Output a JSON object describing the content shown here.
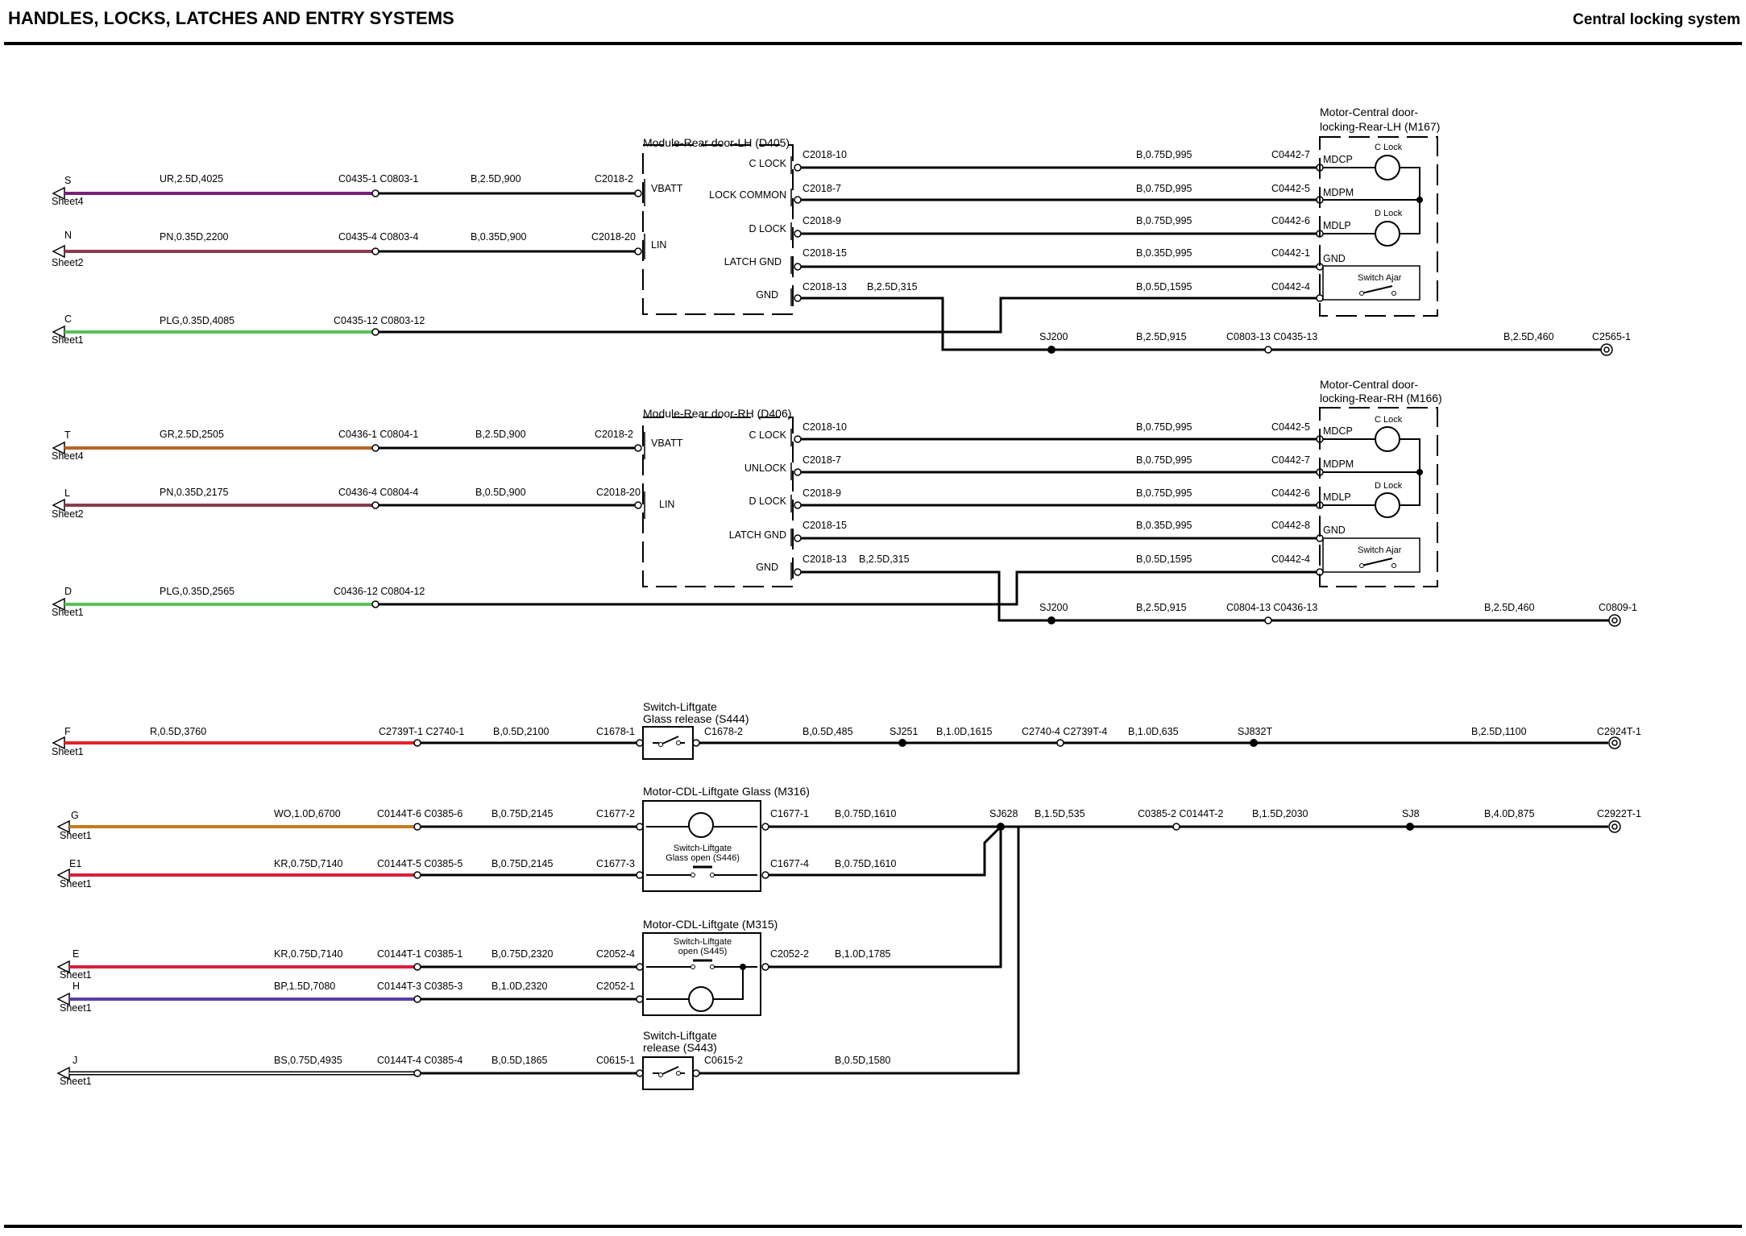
{
  "header": {
    "title": "HANDLES, LOCKS, LATCHES AND ENTRY SYSTEMS",
    "subtitle": "Central locking system"
  },
  "colors": {
    "UR": "#7b1f7b",
    "PN": "#8a3b4a",
    "PLG": "#5bbf5b",
    "GR": "#b5652a",
    "R": "#e0232a",
    "WO": "#c47a1f",
    "KR": "#d81e3c",
    "BP": "#5a3ea8",
    "BS": "#ffffff",
    "B": "#000000"
  },
  "modules": {
    "d405": "Module-Rear door-LH (D405)",
    "d406": "Module-Rear door-RH (D406)",
    "m167": [
      "Motor-Central door-",
      "locking-Rear-LH (M167)"
    ],
    "m166": [
      "Motor-Central door-",
      "locking-Rear-RH (M166)"
    ],
    "s444": [
      "Switch-Liftgate",
      "Glass release (S444)"
    ],
    "m316": "Motor-CDL-Liftgate Glass (M316)",
    "m315": "Motor-CDL-Liftgate (M315)",
    "s443": [
      "Switch-Liftgate",
      "release (S443)"
    ],
    "s446": [
      "Switch-Liftgate",
      "Glass open (S446)"
    ],
    "s445": [
      "Switch-Liftgate",
      "open (S445)"
    ],
    "c_lock": "C Lock",
    "d_lock": "D Lock",
    "switch_ajar": "Switch Ajar"
  },
  "pins": {
    "lh_left": [
      "VBATT",
      "LIN"
    ],
    "lh_right": [
      "C LOCK",
      "LOCK COMMON",
      "D LOCK",
      "LATCH GND",
      "GND"
    ],
    "rh_right": [
      "C LOCK",
      "UNLOCK",
      "D LOCK",
      "LATCH GND",
      "GND"
    ],
    "motor": [
      "MDCP",
      "MDPM",
      "MDLP",
      "GND"
    ]
  },
  "refs": [
    {
      "letter": "S",
      "sheet": "Sheet4"
    },
    {
      "letter": "N",
      "sheet": "Sheet2"
    },
    {
      "letter": "C",
      "sheet": "Sheet1"
    },
    {
      "letter": "T",
      "sheet": "Sheet4"
    },
    {
      "letter": "L",
      "sheet": "Sheet2"
    },
    {
      "letter": "D",
      "sheet": "Sheet1"
    },
    {
      "letter": "F",
      "sheet": "Sheet1"
    },
    {
      "letter": "G",
      "sheet": "Sheet1"
    },
    {
      "letter": "E1",
      "sheet": "Sheet1"
    },
    {
      "letter": "E",
      "sheet": "Sheet1"
    },
    {
      "letter": "H",
      "sheet": "Sheet1"
    },
    {
      "letter": "J",
      "sheet": "Sheet1"
    }
  ],
  "wires": {
    "s_wire": "UR,2.5D,4025",
    "s_c1": "C0435-1 C0803-1",
    "s_w2": "B,2.5D,900",
    "s_c2": "C2018-2",
    "n_wire": "PN,0.35D,2200",
    "n_c1": "C0435-4 C0803-4",
    "n_w2": "B,0.35D,900",
    "n_c2": "C2018-20",
    "c_wire": "PLG,0.35D,4085",
    "c_c1": "C0435-12 C0803-12",
    "lh_r1a": "C2018-10",
    "lh_r1w": "B,0.75D,995",
    "lh_r1b": "C0442-7",
    "lh_r2a": "C2018-7",
    "lh_r2w": "B,0.75D,995",
    "lh_r2b": "C0442-5",
    "lh_r3a": "C2018-9",
    "lh_r3w": "B,0.75D,995",
    "lh_r3b": "C0442-6",
    "lh_r4a": "C2018-15",
    "lh_r4w": "B,0.35D,995",
    "lh_r4b": "C0442-1",
    "lh_r5a": "C2018-13",
    "lh_r5m": "B,2.5D,315",
    "lh_r5w": "B,0.5D,1595",
    "lh_r5b": "C0442-4",
    "lh_sj": "SJ200",
    "lh_sjw": "B,2.5D,915",
    "lh_sjc": "C0803-13 C0435-13",
    "lh_gw": "B,2.5D,460",
    "lh_gnd": "C2565-1",
    "t_wire": "GR,2.5D,2505",
    "t_c1": "C0436-1 C0804-1",
    "t_w2": "B,2.5D,900",
    "t_c2": "C2018-2",
    "l_wire": "PN,0.35D,2175",
    "l_c1": "C0436-4 C0804-4",
    "l_w2": "B,0.5D,900",
    "l_c2": "C2018-20",
    "d_wire": "PLG,0.35D,2565",
    "d_c1": "C0436-12 C0804-12",
    "rh_r1a": "C2018-10",
    "rh_r1w": "B,0.75D,995",
    "rh_r1b": "C0442-5",
    "rh_r2a": "C2018-7",
    "rh_r2w": "B,0.75D,995",
    "rh_r2b": "C0442-7",
    "rh_r3a": "C2018-9",
    "rh_r3w": "B,0.75D,995",
    "rh_r3b": "C0442-6",
    "rh_r4a": "C2018-15",
    "rh_r4w": "B,0.35D,995",
    "rh_r4b": "C0442-8",
    "rh_r5a": "C2018-13",
    "rh_r5m": "B,2.5D,315",
    "rh_r5w": "B,0.5D,1595",
    "rh_r5b": "C0442-4",
    "rh_sj": "SJ200",
    "rh_sjw": "B,2.5D,915",
    "rh_sjc": "C0804-13 C0436-13",
    "rh_gw": "B,2.5D,460",
    "rh_gnd": "C0809-1",
    "f_wire": "R,0.5D,3760",
    "f_c1": "C2739T-1 C2740-1",
    "f_w2": "B,0.5D,2100",
    "f_c2": "C1678-1",
    "f_c3": "C1678-2",
    "f_w3": "B,0.5D,485",
    "f_sj": "SJ251",
    "f_w4": "B,1.0D,1615",
    "f_c4": "C2740-4 C2739T-4",
    "f_w5": "B,1.0D,635",
    "f_sj2": "SJ832T",
    "f_w6": "B,2.5D,1100",
    "f_gnd": "C2924T-1",
    "g_wire": "WO,1.0D,6700",
    "g_c1": "C0144T-6 C0385-6",
    "g_w2": "B,0.75D,2145",
    "g_c2": "C1677-2",
    "g_c3": "C1677-1",
    "g_w3": "B,0.75D,1610",
    "g_sj": "SJ628",
    "g_w4": "B,1.5D,535",
    "g_c4": "C0385-2 C0144T-2",
    "g_w5": "B,1.5D,2030",
    "g_sj2": "SJ8",
    "g_w6": "B,4.0D,875",
    "g_gnd": "C2922T-1",
    "e1_wire": "KR,0.75D,7140",
    "e1_c1": "C0144T-5 C0385-5",
    "e1_w2": "B,0.75D,2145",
    "e1_c2": "C1677-3",
    "e1_c3": "C1677-4",
    "e1_w3": "B,0.75D,1610",
    "e_wire": "KR,0.75D,7140",
    "e_c1": "C0144T-1 C0385-1",
    "e_w2": "B,0.75D,2320",
    "e_c2": "C2052-4",
    "e_c3": "C2052-2",
    "e_w3": "B,1.0D,1785",
    "h_wire": "BP,1.5D,7080",
    "h_c1": "C0144T-3 C0385-3",
    "h_w2": "B,1.0D,2320",
    "h_c2": "C2052-1",
    "j_wire": "BS,0.75D,4935",
    "j_c1": "C0144T-4 C0385-4",
    "j_w2": "B,0.5D,1865",
    "j_c2": "C0615-1",
    "j_c3": "C0615-2",
    "j_w3": "B,0.5D,1580"
  }
}
